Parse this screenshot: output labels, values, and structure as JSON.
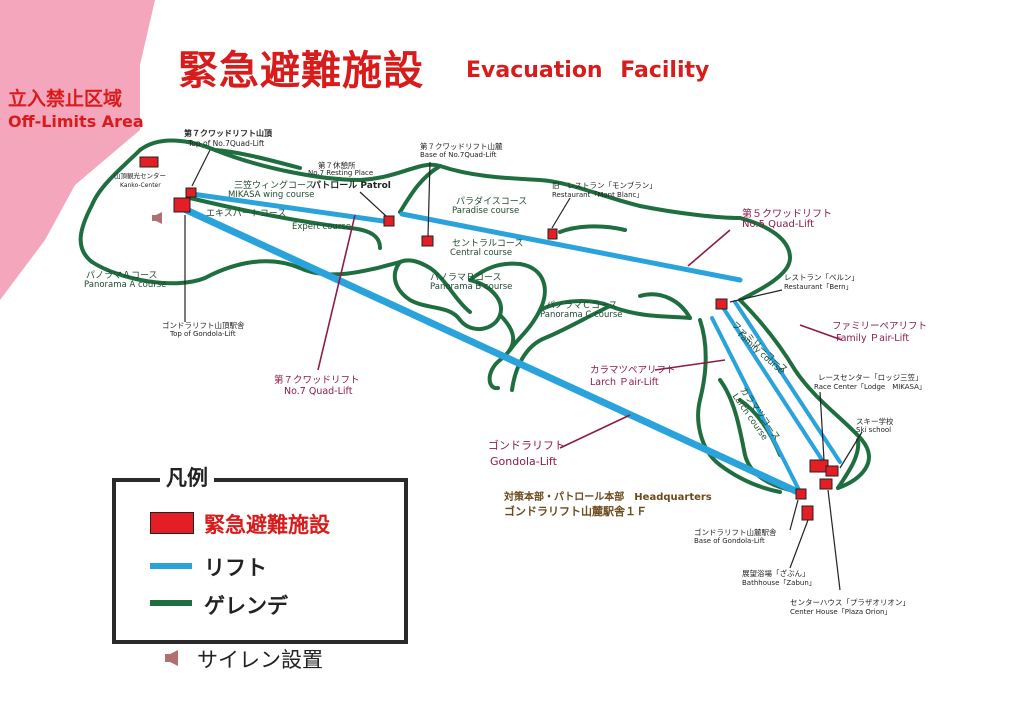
{
  "title": {
    "jp": "緊急避難施設",
    "en": "Evacuation Facility"
  },
  "off_limits": {
    "jp": "立入禁止区域",
    "en": "Off-Limits Area"
  },
  "map_labels": {
    "top_no7_jp": "第７クワッドリフト山頂",
    "top_no7_en": "Top of No.7Quad-Lift",
    "resting_jp": "第７休憩所",
    "resting_en": "No.7 Resting Place",
    "patrol": "パトロール Patrol",
    "base_no7_jp": "第７クワッドリフト山麓",
    "base_no7_en": "Base of No.7Quad-Lift",
    "monblanc_jp": "旧　レストラン「モンブラン」",
    "monblanc_en": "Restaurant「Mont Blanc」",
    "no5_jp": "第５クワッドリフト",
    "no5_en": "No.5 Quad-Lift",
    "bern_jp": "レストラン「ベルン」",
    "bern_en": "Restaurant「Bern」",
    "family_lift_jp": "ファミリーペアリフト",
    "family_lift_en": "Family Ｐair-Lift",
    "race_jp": "レースセンター「ロッジ三笠」",
    "race_en": "Race Center「Lodge　MIKASA」",
    "ski_jp": "スキー学校",
    "ski_en": "Ski school",
    "hq_jp": "対策本部・パトロール本部　Headquarters",
    "hq_jp2": "ゴンドラリフト山麓駅舎１Ｆ",
    "base_gondola_jp": "ゴンドラリフト山麓駅舎",
    "base_gondola_en": "Base of Gondola-Lift",
    "bath_jp": "展望浴場「ざぶん」",
    "bath_en": "Bathhouse「Zabun」",
    "center_jp": "センターハウス「プラザオリオン」",
    "center_en": "Center House「Plaza Orion」",
    "top_gondola_jp": "ゴンドラリフト山頂駅舎",
    "top_gondola_en": "Top of Gondola-Lift",
    "kanko_jp": "山頂観光センター",
    "kanko_en": "Kanko-Center",
    "no7_lift_jp": "第７クワッドリフト",
    "no7_lift_en": "No.7 Quad-Lift",
    "larch_lift_jp": "カラマツペアリフト",
    "larch_lift_en": "Larch Ｐair-Lift",
    "gondola_jp": "ゴンドラリフト",
    "gondola_en": "Gondola-Lift"
  },
  "courses": [
    {
      "jp": "三笠ウィングコース",
      "en": "MIKASA wing course"
    },
    {
      "jp": "エキスパートコース",
      "en": "Expert course"
    },
    {
      "jp": "パラダイスコース",
      "en": "Paradise course"
    },
    {
      "jp": "セントラルコース",
      "en": "Central course"
    },
    {
      "jp": "パノラマＡコース",
      "en": "Panorama A course"
    },
    {
      "jp": "パノラマＢコース",
      "en": "Panorama B course"
    },
    {
      "jp": "パノラマＣコース",
      "en": "Panorama C course"
    },
    {
      "jp": "ファミリーコース",
      "en": "Family course"
    },
    {
      "jp": "カラマツコース",
      "en": "Larch course"
    }
  ],
  "legend": {
    "title": "凡例",
    "facility": "緊急避難施設",
    "lift": "リフト",
    "slope": "ゲレンデ",
    "siren": "サイレン設置"
  },
  "colors": {
    "facility": "#e31e24",
    "lift": "#2aa3dc",
    "slope": "#1f6e3f",
    "off_limits": "#f4a6bd",
    "title": "#d81c1c",
    "callout": "#8c1b4a",
    "label_jp": "#6b4a1c"
  },
  "icons": [
    "siren-speaker-icon"
  ]
}
